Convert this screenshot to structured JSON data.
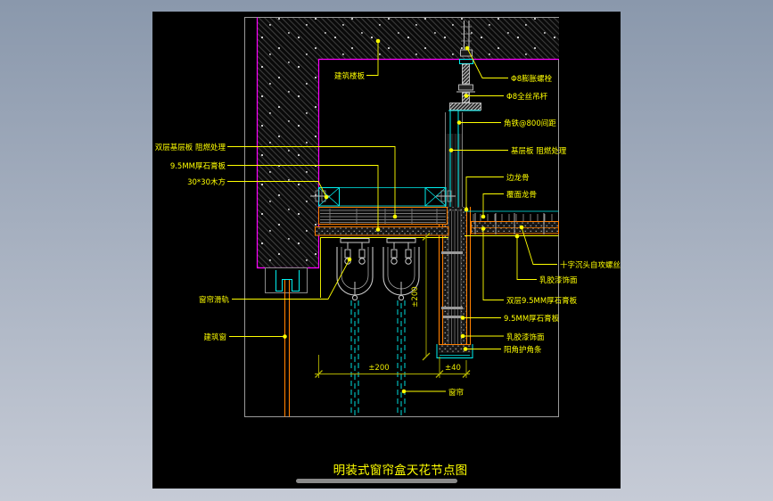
{
  "canvas": {
    "title": "明装式窗帘盒天花节点图"
  },
  "labels": {
    "building_slab": "建筑楼板",
    "expansion_bolt": "Φ8膨胀螺栓",
    "full_thread_rod": "Φ8全丝吊杆",
    "angle_iron": "角铁@800间距",
    "base_board_fireproof": "基层板 阻燃处理",
    "edge_keel": "边龙骨",
    "face_keel": "覆面龙骨",
    "self_tapping_screw": "十字沉头自攻螺丝",
    "latex_paint_top": "乳胶漆饰面",
    "double_gypsum": "双层9.5MM厚石膏板",
    "gypsum_right": "9.5MM厚石膏板",
    "latex_paint_bottom": "乳胶漆饰面",
    "corner_guard": "阳角护角条",
    "double_base_board": "双层基层板 阻燃处理",
    "gypsum_left": "9.5MM厚石膏板",
    "wood_block": "30*30木方",
    "curtain_rail": "窗帘滑轨",
    "building_window": "建筑窗",
    "curtain": "窗帘"
  },
  "dimensions": {
    "box_offset": "±200",
    "box_width": "±40",
    "box_height": "±200"
  },
  "colors": {
    "background_top": "#8A98AC",
    "background_bottom": "#C6CBD6",
    "canvas": "#000000",
    "viewport_border": "#9A9A9A",
    "magenta": "#FF00FF",
    "cyan": "#00F0F0",
    "yellow": "#FFFF00",
    "orange": "#FF7F00",
    "structure_gray": "#C8C8C8",
    "dim": "#B0B000",
    "scrollbar": "#8A8A8A"
  }
}
